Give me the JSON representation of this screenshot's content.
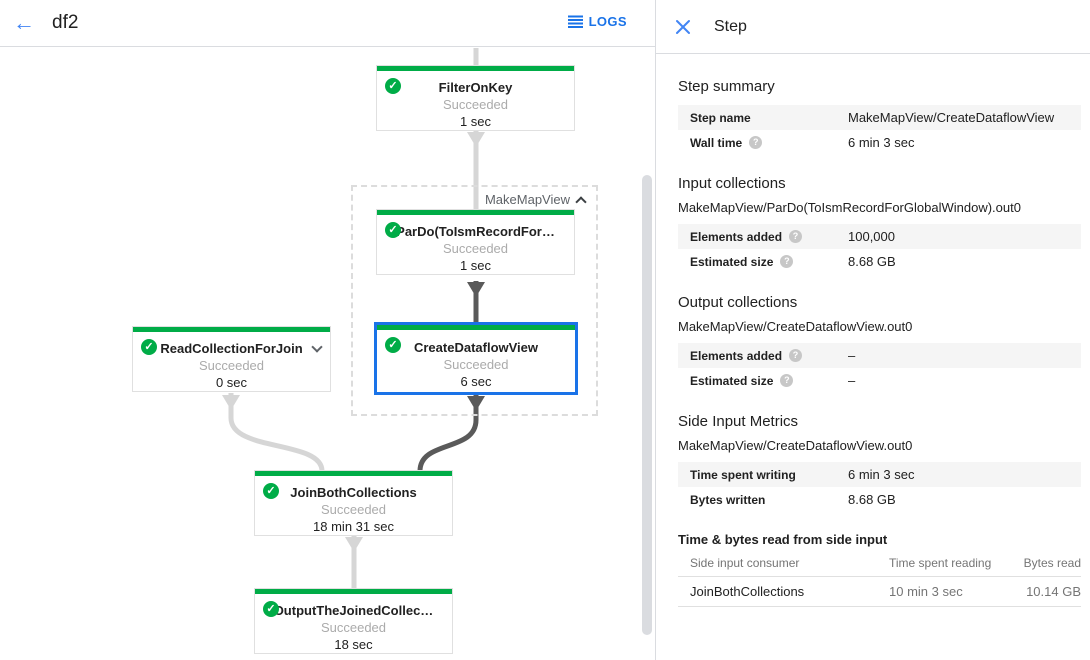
{
  "colors": {
    "node_green": "#00ac47",
    "selected_blue": "#1a73e8",
    "accent_blue": "#4285f4",
    "edge_gray": "#d6d6d6",
    "edge_dark": "#5a5a5a"
  },
  "topbar": {
    "title": "df2",
    "logs_label": "LOGS"
  },
  "graph": {
    "group_label": "MakeMapView",
    "nodes": [
      {
        "title": "FilterOnKey",
        "status": "Succeeded",
        "time": "1 sec"
      },
      {
        "title": "ParDo(ToIsmRecordFor…",
        "status": "Succeeded",
        "time": "1 sec"
      },
      {
        "title": "CreateDataflowView",
        "status": "Succeeded",
        "time": "6 sec",
        "selected": true
      },
      {
        "title": "ReadCollectionForJoin",
        "status": "Succeeded",
        "time": "0 sec"
      },
      {
        "title": "JoinBothCollections",
        "status": "Succeeded",
        "time": "18 min 31 sec"
      },
      {
        "title": "OutputTheJoinedCollec…",
        "status": "Succeeded",
        "time": "18 sec"
      }
    ]
  },
  "panel": {
    "title": "Step",
    "summary": {
      "heading": "Step summary",
      "rows": [
        {
          "label": "Step name",
          "value": "MakeMapView/CreateDataflowView"
        },
        {
          "label": "Wall time",
          "value": "6 min 3 sec"
        }
      ]
    },
    "input": {
      "heading": "Input collections",
      "collection": "MakeMapView/ParDo(ToIsmRecordForGlobalWindow).out0",
      "rows": [
        {
          "label": "Elements added",
          "value": "100,000"
        },
        {
          "label": "Estimated size",
          "value": "8.68 GB"
        }
      ]
    },
    "output": {
      "heading": "Output collections",
      "collection": "MakeMapView/CreateDataflowView.out0",
      "rows": [
        {
          "label": "Elements added",
          "value": "–"
        },
        {
          "label": "Estimated size",
          "value": "–"
        }
      ]
    },
    "side_input": {
      "heading": "Side Input Metrics",
      "collection": "MakeMapView/CreateDataflowView.out0",
      "rows": [
        {
          "label": "Time spent writing",
          "value": "6 min 3 sec"
        },
        {
          "label": "Bytes written",
          "value": "8.68 GB"
        }
      ]
    },
    "side_table": {
      "heading": "Time & bytes read from side input",
      "columns": [
        "Side input consumer",
        "Time spent reading",
        "Bytes read"
      ],
      "rows": [
        [
          "JoinBothCollections",
          "10 min 3 sec",
          "10.14 GB"
        ]
      ]
    }
  }
}
